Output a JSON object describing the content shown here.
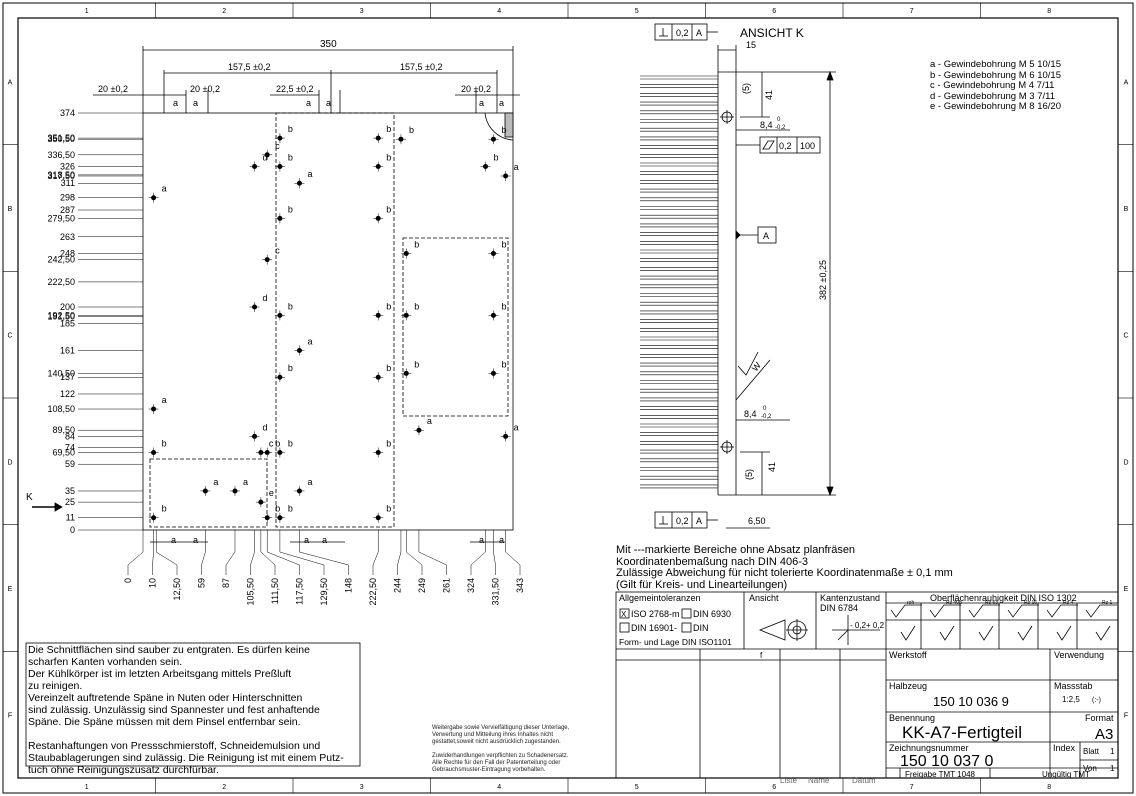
{
  "border": {
    "columns": [
      "1",
      "2",
      "3",
      "4",
      "5",
      "6",
      "7",
      "8"
    ],
    "rows": [
      "A",
      "B",
      "C",
      "D",
      "E",
      "F"
    ]
  },
  "view_left": {
    "overall_width": "350",
    "dim_157_left": "157,5 ±0,2",
    "dim_157_right": "157,5 ±0,2",
    "dim_20_a": "20 ±0,2",
    "dim_20_b": "20 ±0,2",
    "dim_22": "22,5 ±0,2",
    "dim_20_c": "20 ±0,2",
    "direction_label": "K",
    "y_labels": [
      "374",
      "351,50",
      "350,50",
      "336,50",
      "326",
      "318,50",
      "317,50",
      "311",
      "298",
      "287",
      "279,50",
      "263",
      "248",
      "242,50",
      "222,50",
      "200",
      "192,50",
      "191,50",
      "185",
      "161",
      "140,50",
      "137",
      "122",
      "108,50",
      "89,50",
      "84",
      "74",
      "69,50",
      "59",
      "35",
      "25",
      "11",
      "0"
    ],
    "x_labels": [
      "0",
      "10",
      "12,50",
      "59",
      "87",
      "105,50",
      "111,50",
      "117,50",
      "129,50",
      "148",
      "222,50",
      "244",
      "249",
      "261",
      "324",
      "331,50",
      "343"
    ],
    "hole_letters": [
      "a",
      "b",
      "c",
      "d",
      "e"
    ]
  },
  "view_right": {
    "title": "ANSICHT K",
    "tol_top": [
      "0,2",
      "A"
    ],
    "tol_bottom": [
      "0,2",
      "A"
    ],
    "flatness": [
      "0,2",
      "100"
    ],
    "datum": "A",
    "dim_15": "15",
    "dim_5_top": "(5)",
    "dim_41_top": "41",
    "dim_84_top": "8,4",
    "dim_84_top_tol": "0",
    "dim_84_top_tol2": "-0,2",
    "dim_382": "382 ±0,25",
    "dim_84_bot": "8,4",
    "dim_84_bot_tol": "0",
    "dim_84_bot_tol2": "-0,2",
    "dim_5_bot": "(5)",
    "dim_41_bot": "41",
    "dim_650": "6,50",
    "surface": "W"
  },
  "thread_legend": [
    "a - Gewindebohrung M 5  10/15",
    "b - Gewindebohrung M 6  10/15",
    "c - Gewindebohrung M 4    7/11",
    "d - Gewindebohrung M 3    7/11",
    "e - Gewindebohrung M 8  16/20"
  ],
  "notes": [
    "Mit ---markierte Bereiche ohne Absatz planfräsen",
    "Koordinatenbemaßung nach DIN 406-3",
    "Zulässige Abweichung für nicht tolerierte Koordinatenmaße ± 0,1 mm",
    "(Gilt für Kreis- und Linearteilungen)"
  ],
  "hint_text": [
    "Die Schnittflächen sind sauber zu entgraten. Es dürfen keine",
    "scharfen Kanten vorhanden sein.",
    "Der Kühlkörper ist im letzten Arbeitsgang mittels Preßluft",
    "zu reinigen.",
    "Vereinzelt auftretende Späne in Nuten oder Hinterschnitten",
    "sind zulässig. Unzulässig sind Spannester und fest anhaftende",
    "Späne. Die Späne müssen mit dem Pinsel entfernbar sein.",
    "",
    "Restanhaftungen von Pressschmierstoff, Schneidemulsion und",
    "Staubablagerungen sind zulässig. Die Reinigung ist mit einem Putz-",
    "tuch ohne Reinigungszusatz durchfürbar."
  ],
  "legal_text": [
    "Weitergabe sowie Vervielfältigung dieser Unterlage,",
    "Verwertung und Mitteilung ihres Inhaltes nicht",
    "gestattet,soweit nicht ausdrücklich zugestanden.",
    "",
    "Zuwiderhandlungen verpflichten zu Schadenersatz.",
    "Alle Rechte für den Fall der Patenterteilung oder",
    "Gebrauchsmuster-Eintragung vorbehalten."
  ],
  "title_block": {
    "general_tol": "Allgemeintoleranzen",
    "iso2768": "ISO 2768-m",
    "din6930": "DIN 6930",
    "din16901": "DIN 16901-",
    "din": "DIN",
    "form_lage": "Form- und Lage DIN ISO1101",
    "checked": "X",
    "ansicht": "Ansicht",
    "kantenzustand": "Kantenzustand",
    "din6784": "DIN 6784",
    "edge_minus": "- 0,2",
    "edge_plus": "+ 0,2",
    "surface_title": "Oberflächenrauhigkeit DIN ISO 1302",
    "surface_symbols": [
      "roh",
      "Rz 40b",
      "Rz 63",
      "Rz 16",
      "Rz 4",
      "Rz 1"
    ],
    "werkstoff": "Werkstoff",
    "verwendung": "Verwendung",
    "halbzeug_label": "Halbzeug",
    "halbzeug": "150 10 036 9",
    "massstab_label": "Massstab",
    "massstab": "1:2,5",
    "massstab_sub": "(:-)",
    "benennung_label": "Benennung",
    "benennung": "KK-A7-Fertigteil",
    "format_label": "Format",
    "format": "A3",
    "zeichnungsnummer_label": "Zeichnungsnummer",
    "zeichnungsnummer": "150 10 037 0",
    "index_label": "Index",
    "blatt_label": "Blatt",
    "blatt": "1",
    "von_label": "Von",
    "von": "1",
    "f_label": "f",
    "liste": "Liste",
    "name": "Name",
    "datum": "Datum",
    "freigabe": "Freigabe TMT 1048",
    "ungueltig": "Ungültig TMT"
  }
}
